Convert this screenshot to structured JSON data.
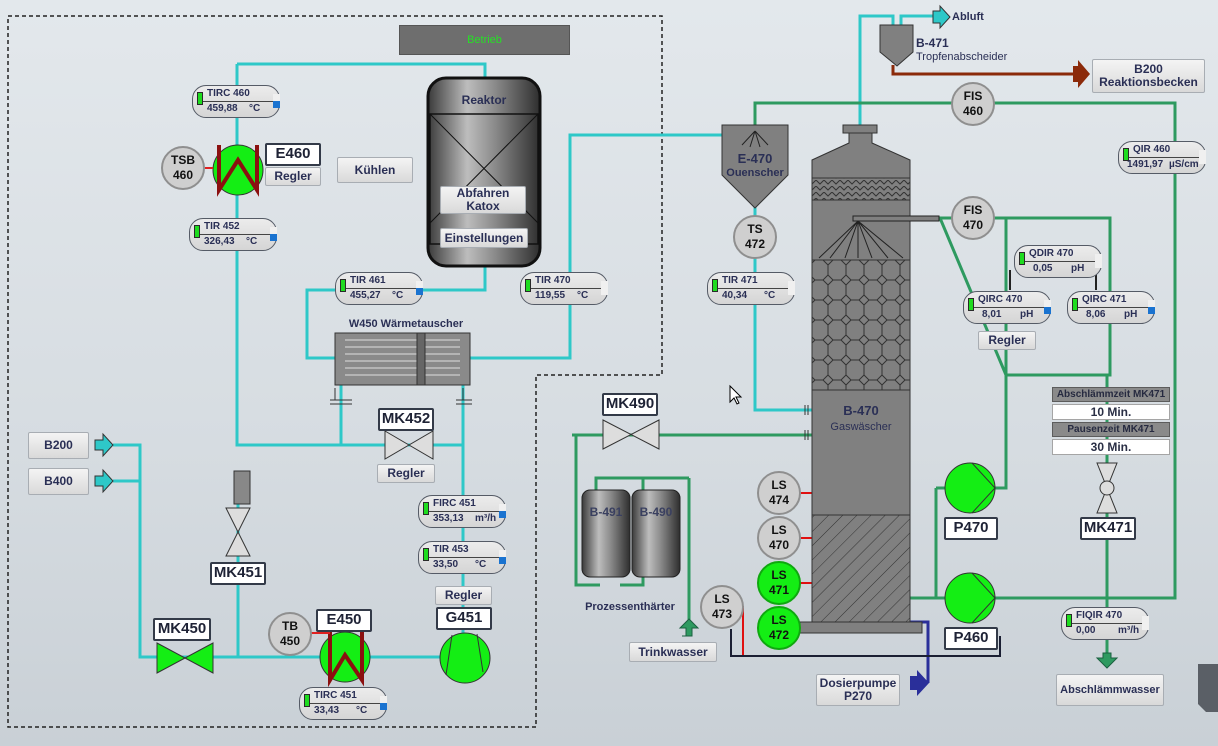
{
  "status_banner": "Betrieb",
  "colors": {
    "water_pipe": "#2ec8c8",
    "process_pipe": "#2e9a60",
    "active_green": "#14ee14",
    "drain_pipe": "#8b2a0a",
    "dosing_pipe": "#2a2f9a"
  },
  "reactor": {
    "name": "Reaktor",
    "shutdown_button": "Abfahren\nKatox",
    "settings_button": "Einstellungen"
  },
  "cool_button": "Kühlen",
  "heat_exchanger": {
    "name": "W450 Wärmetauscher"
  },
  "scrubber": {
    "id": "B-470",
    "name": "Gaswäscher"
  },
  "quencher": {
    "id": "E-470",
    "name": "Ouenscher"
  },
  "separator": {
    "id": "B-471",
    "name": "Tropfenabscheider",
    "exhaust": "Abluft"
  },
  "softener": {
    "tanks": [
      "B-491",
      "B-490"
    ],
    "name": "Prozessenthärter"
  },
  "faceplates": [
    {
      "tag": "TIRC 460",
      "value": "459,88",
      "unit": "°C"
    },
    {
      "tag": "TIR 452",
      "value": "326,43",
      "unit": "°C"
    },
    {
      "tag": "TIR 461",
      "value": "455,27",
      "unit": "°C"
    },
    {
      "tag": "TIR 470",
      "value": "119,55",
      "unit": "°C"
    },
    {
      "tag": "TIR 471",
      "value": "40,34",
      "unit": "°C"
    },
    {
      "tag": "QIR 460",
      "value": "1491,97",
      "unit": "µS/cm"
    },
    {
      "tag": "QDIR 470",
      "value": "0,05",
      "unit": "pH"
    },
    {
      "tag": "QIRC 470",
      "value": "8,01",
      "unit": "pH"
    },
    {
      "tag": "QIRC 471",
      "value": "8,06",
      "unit": "pH"
    },
    {
      "tag": "FIRC 451",
      "value": "353,13",
      "unit": "m³/h"
    },
    {
      "tag": "TIR 453",
      "value": "33,50",
      "unit": "°C"
    },
    {
      "tag": "TIRC 451",
      "value": "33,43",
      "unit": "°C"
    },
    {
      "tag": "FIQIR 470",
      "value": "0,00",
      "unit": "m³/h"
    }
  ],
  "indicators": [
    {
      "label": "TSB\n460",
      "active": false
    },
    {
      "label": "FIS\n460",
      "active": false
    },
    {
      "label": "FIS\n470",
      "active": false
    },
    {
      "label": "TS\n472",
      "active": false
    },
    {
      "label": "TB\n450",
      "active": false
    },
    {
      "label": "LS\n474",
      "active": false
    },
    {
      "label": "LS\n470",
      "active": false
    },
    {
      "label": "LS\n471",
      "active": true
    },
    {
      "label": "LS\n472",
      "active": true
    },
    {
      "label": "LS\n473",
      "active": false
    }
  ],
  "equipment_tags": [
    "E460",
    "MK452",
    "MK451",
    "MK450",
    "E450",
    "G451",
    "MK490",
    "P470",
    "P460",
    "MK471"
  ],
  "controller_button": "Regler",
  "targets": {
    "b200_reaction": "B200\nReaktionsbecken",
    "b200": "B200",
    "b400": "B400",
    "drinking_water": "Trinkwasser",
    "dosing_pump": "Dosierpumpe\nP270",
    "blowdown_water": "Abschlämmwasser"
  },
  "blowdown": {
    "time_label": "Abschlämmzeit MK471",
    "time_value": "10 Min.",
    "pause_label": "Pausenzeit MK471",
    "pause_value": "30 Min."
  }
}
